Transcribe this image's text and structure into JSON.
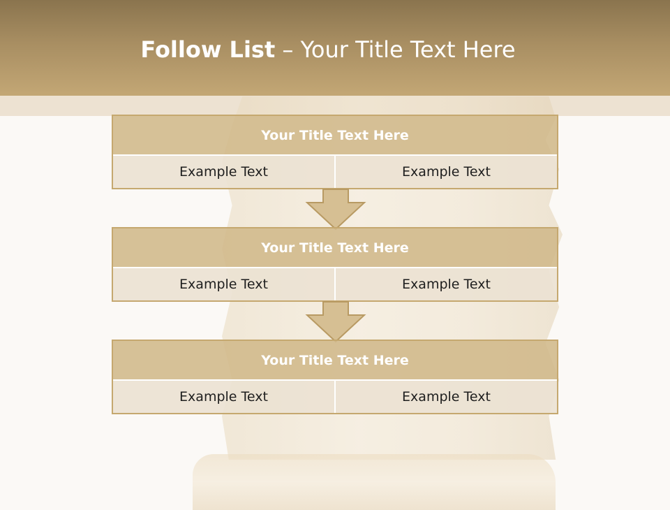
{
  "slide": {
    "title_bold": "Follow List",
    "title_rest": " – Your Title Text Here",
    "blocks": [
      {
        "title": "Your Title Text Here",
        "left": "Example Text",
        "right": "Example Text"
      },
      {
        "title": "Your Title Text Here",
        "left": "Example Text",
        "right": "Example Text"
      },
      {
        "title": "Your Title Text Here",
        "left": "Example Text",
        "right": "Example Text"
      }
    ]
  },
  "colors": {
    "header": "#a88e62",
    "block_title": "#d0b88a",
    "block_cell": "#ece2d3",
    "border": "#c5a86f"
  },
  "icons": [
    "arrow-down-icon",
    "arrow-down-icon"
  ]
}
